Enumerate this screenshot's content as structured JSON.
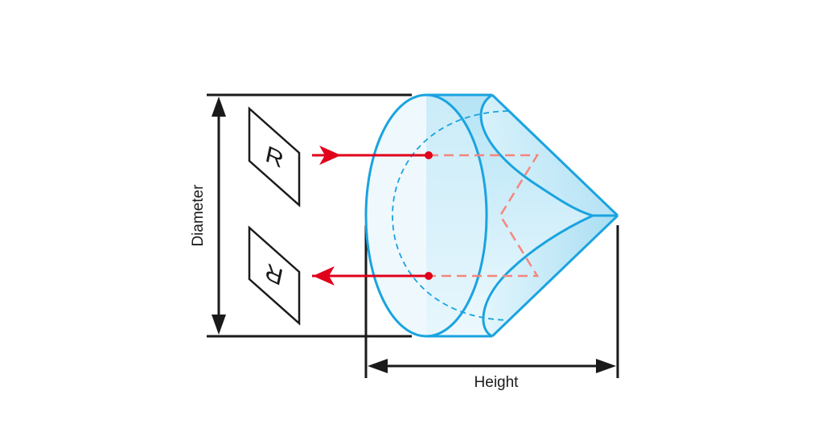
{
  "labels": {
    "diameter": "Diameter",
    "height": "Height",
    "image_letter": "R"
  },
  "colors": {
    "prism_stroke": "#1aa3e0",
    "prism_fill": "#c9ecf8",
    "beam": "#e0001b",
    "beam_internal": "#f4867d",
    "dimension": "#1a1a1a"
  }
}
